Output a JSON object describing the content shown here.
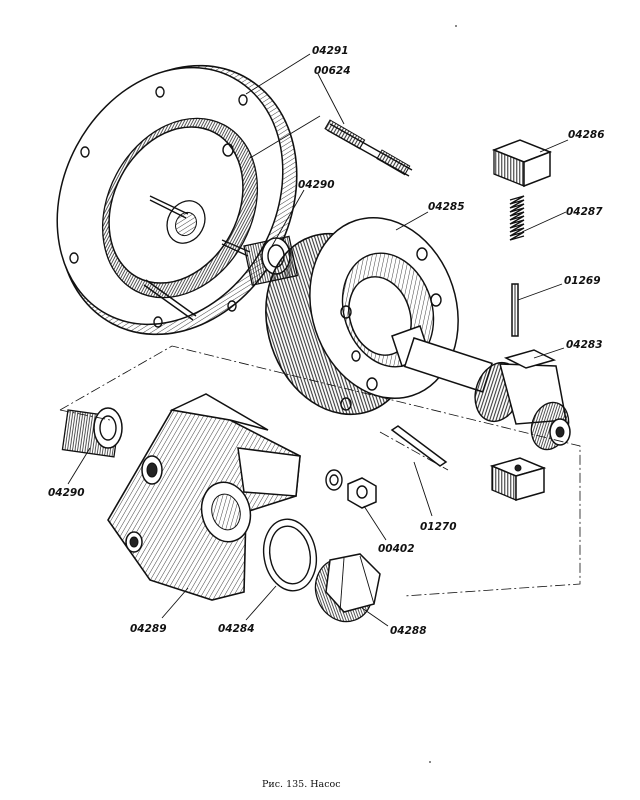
{
  "labels": {
    "p04291": "04291",
    "p00624": "00624",
    "p04290a": "04290",
    "p04285": "04285",
    "p04286": "04286",
    "p04287": "04287",
    "p01269": "01269",
    "p04283": "04283",
    "p04290b": "04290",
    "p01270": "01270",
    "p00402": "00402",
    "p04289": "04289",
    "p04284": "04284",
    "p04288": "04288"
  },
  "caption": "Рис. 135. Насос",
  "colors": {
    "ink": "#111111",
    "paper": "#ffffff"
  }
}
